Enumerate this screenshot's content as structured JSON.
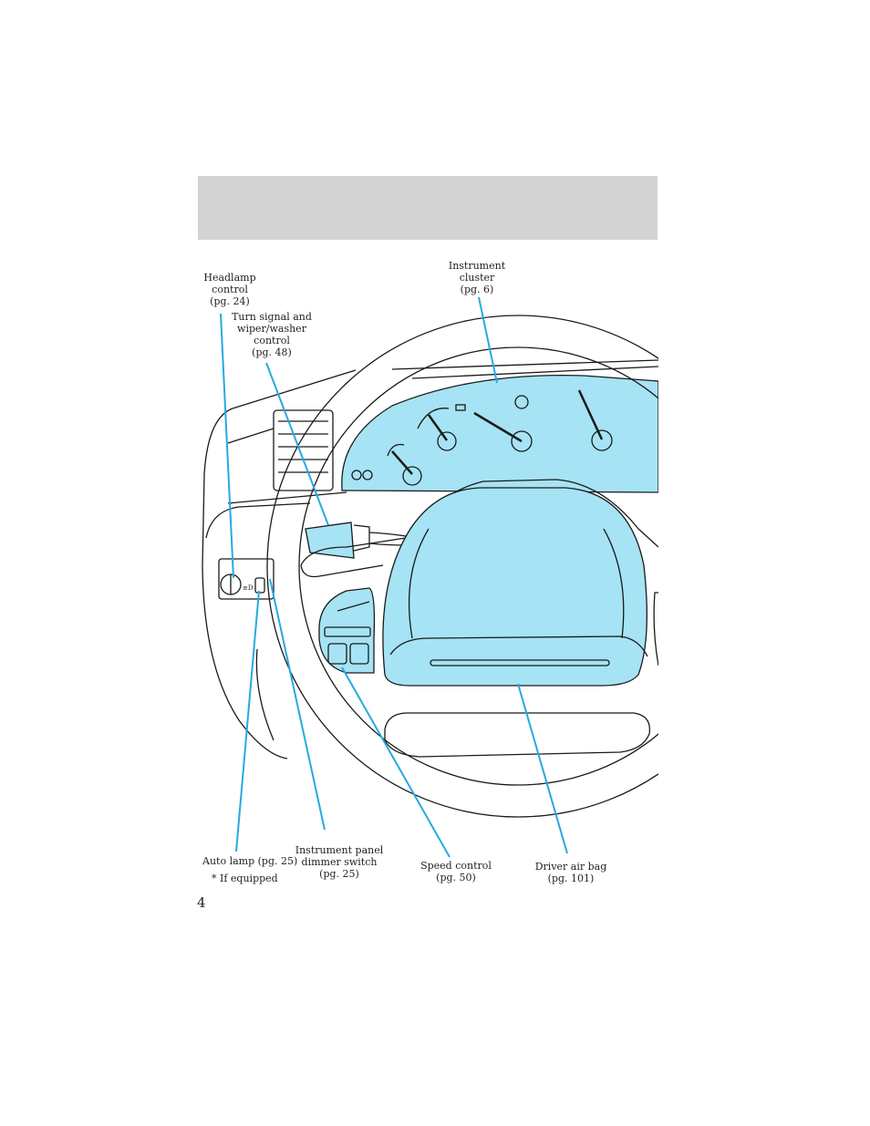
{
  "callouts": {
    "headlamp": [
      "Headlamp",
      "control",
      "(pg. 24)"
    ],
    "turn_signal": [
      "Turn signal and",
      "wiper/washer",
      "control",
      "(pg. 48)"
    ],
    "instrument_cluster": [
      "Instrument",
      "cluster",
      "(pg. 6)"
    ],
    "auto_lamp": [
      "Auto lamp (pg. 25)"
    ],
    "dimmer": [
      "Instrument panel",
      "dimmer switch",
      "(pg. 25)"
    ],
    "speed_control": [
      "Speed control",
      "(pg. 50)"
    ],
    "air_bag": [
      "Driver air bag",
      "(pg. 101)"
    ]
  },
  "footnote": "* If equipped",
  "page_number": "4",
  "colors": {
    "highlight": "#a6e3f5",
    "leader": "#27a9e1",
    "header": "#d3d3d3"
  }
}
